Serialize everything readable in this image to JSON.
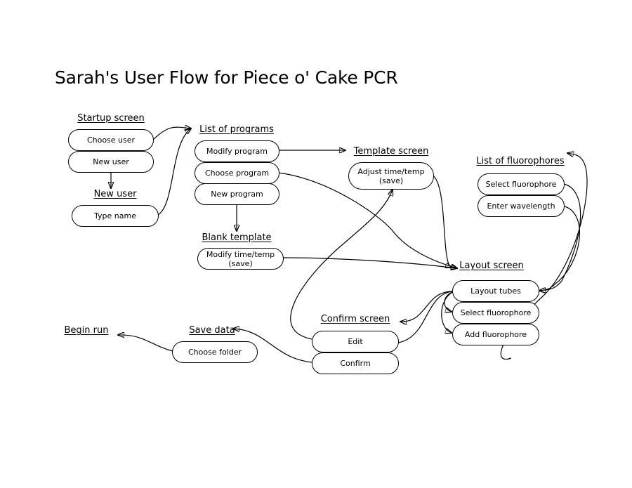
{
  "title": "Sarah's User Flow for Piece o' Cake PCR",
  "headings": {
    "startup": "Startup screen",
    "new_user": "New user",
    "list_of_programs": "List of programs",
    "blank_template": "Blank template",
    "template_screen": "Template screen",
    "list_of_fluorophores": "List of fluorophores",
    "layout_screen": "Layout screen",
    "confirm_screen": "Confirm screen",
    "save_data": "Save data",
    "begin_run": "Begin run"
  },
  "nodes": {
    "choose_user": "Choose user",
    "new_user_btn": "New user",
    "type_name": "Type name",
    "modify_program": "Modify program",
    "choose_program": "Choose program",
    "new_program": "New program",
    "blank_modify": "Modify time/temp\n(save)",
    "adjust_time": "Adjust time/temp\n(save)",
    "select_fluor_list": "Select fluorophore",
    "enter_wavelength": "Enter wavelength",
    "layout_tubes": "Layout tubes",
    "select_fluor_layout": "Select fluorophore",
    "add_fluorophore": "Add fluorophore",
    "edit": "Edit",
    "confirm": "Confirm",
    "choose_folder": "Choose folder"
  }
}
